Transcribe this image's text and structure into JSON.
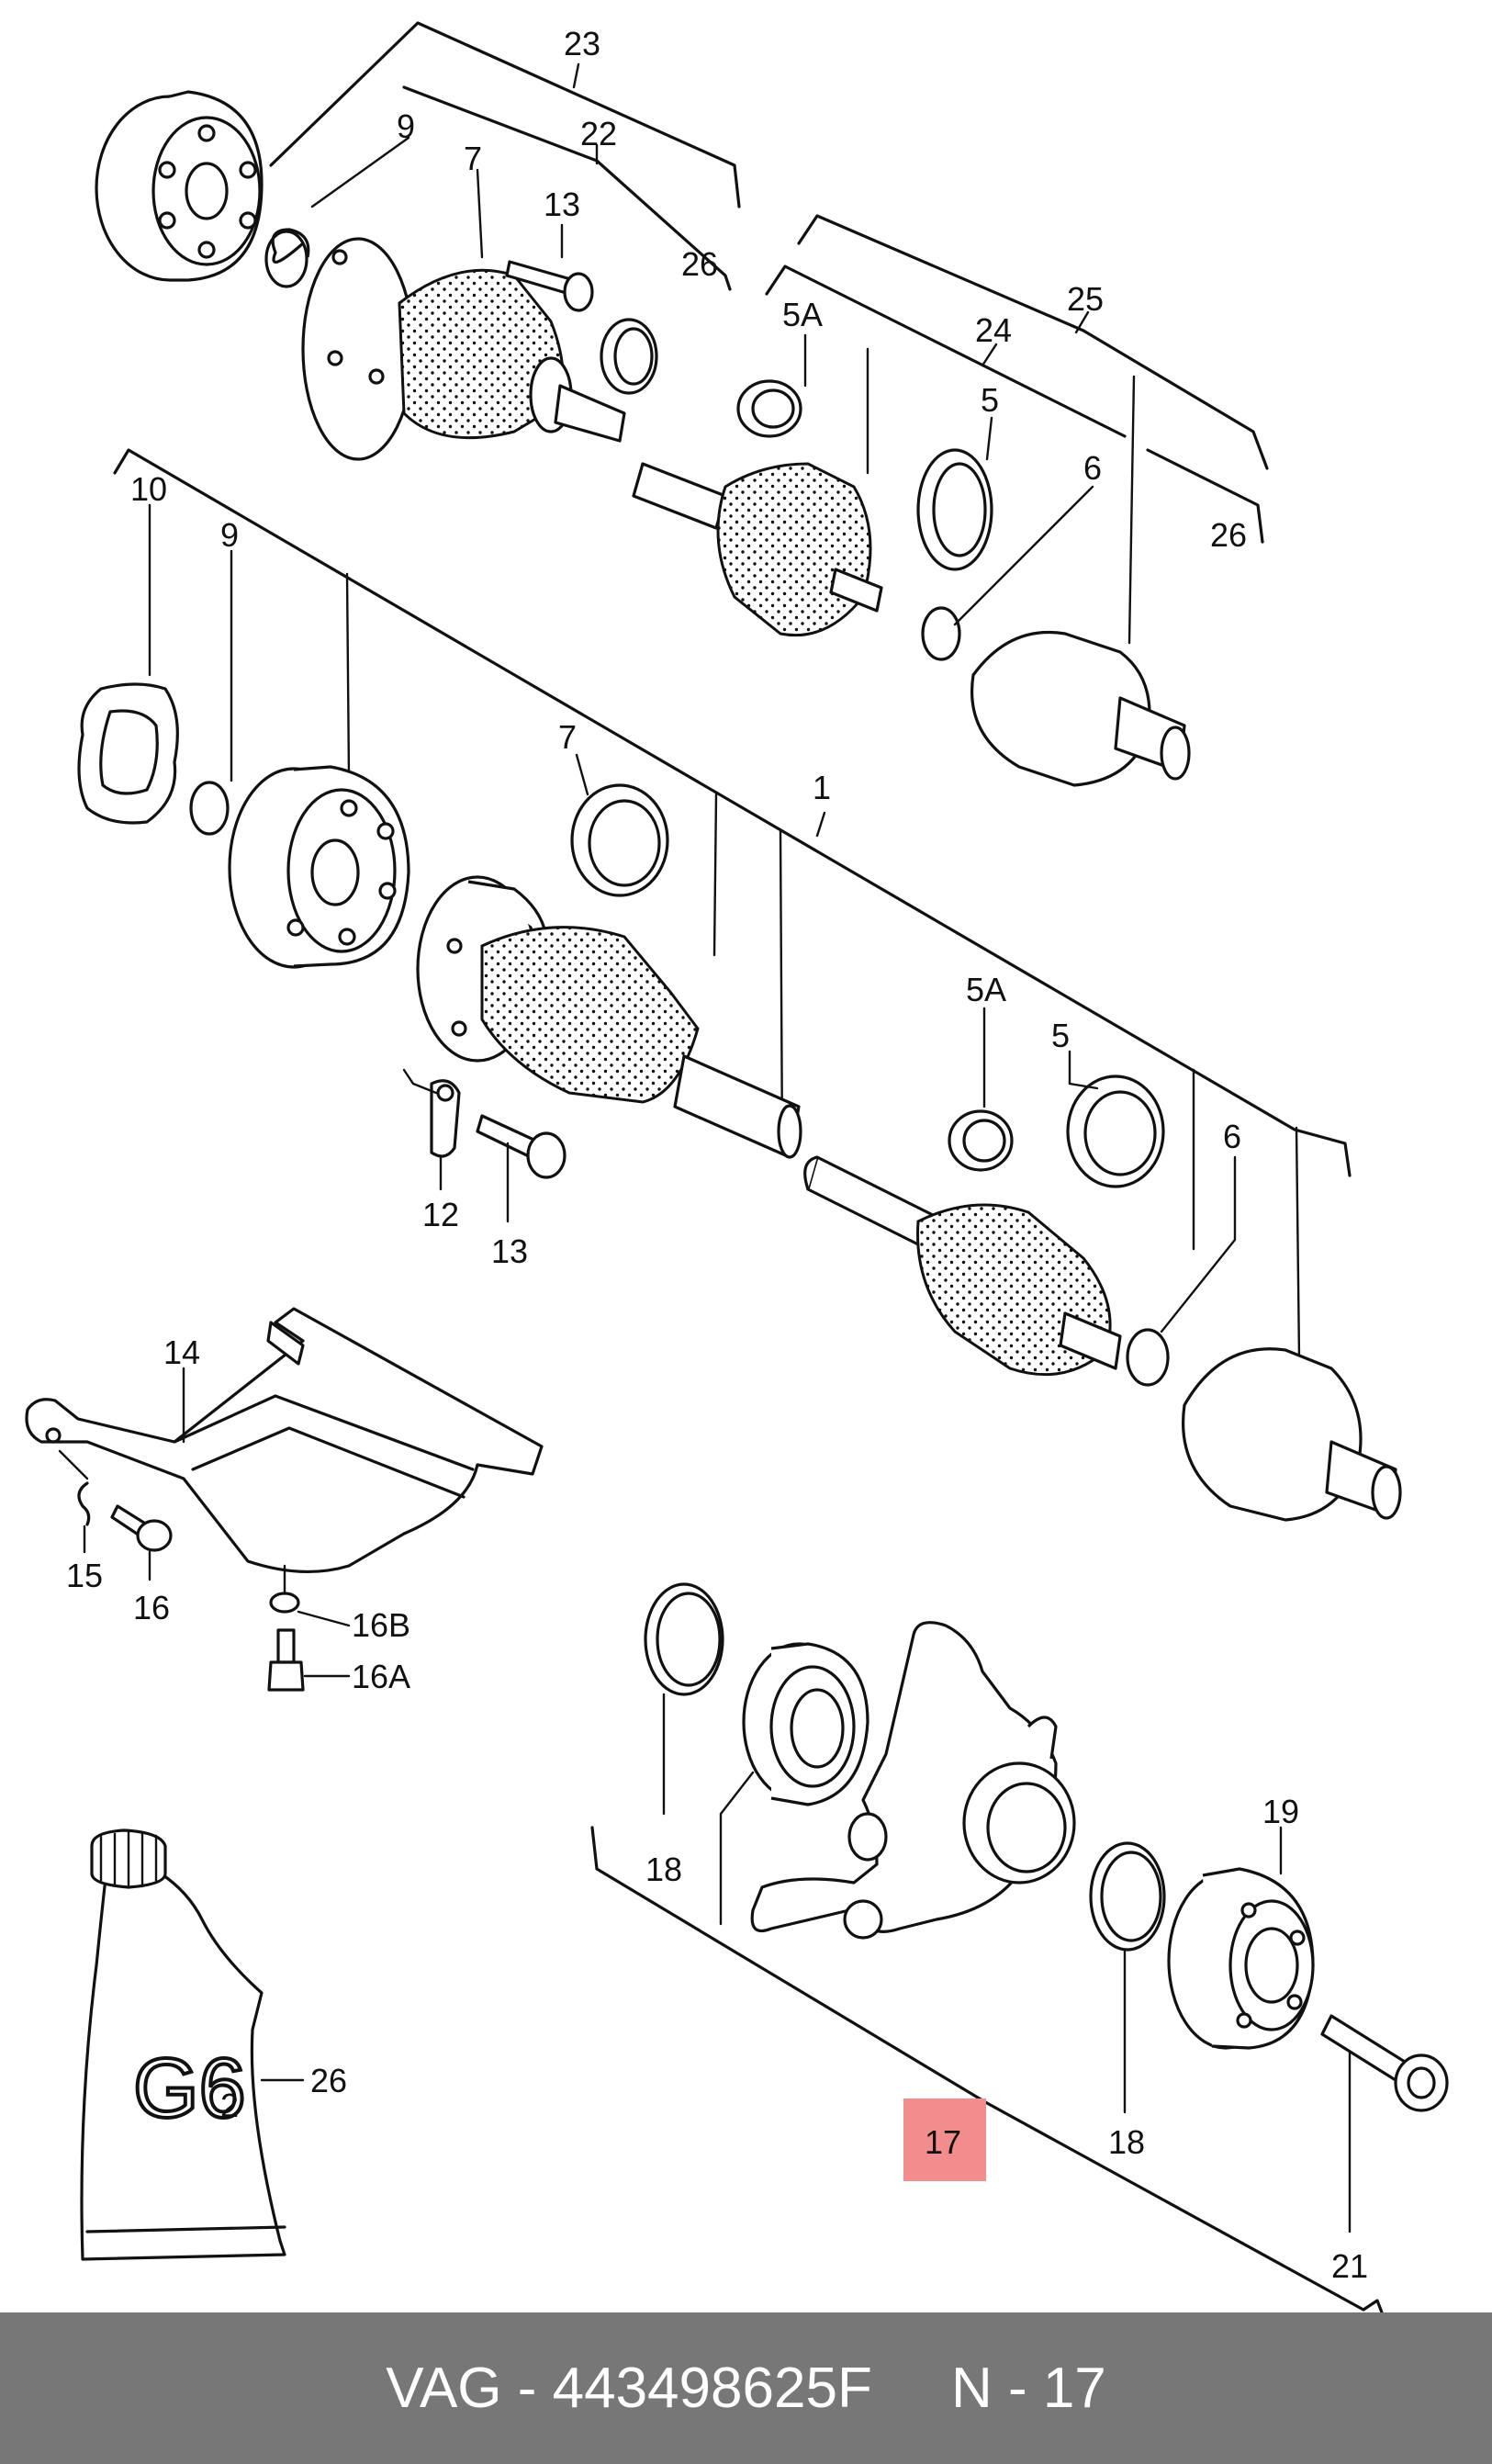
{
  "colors": {
    "line": "#111111",
    "paper": "#ffffff",
    "footer_bg": "#777777",
    "footer_text": "#ffffff",
    "highlight": "#f38c8c"
  },
  "callouts": [
    "23",
    "9",
    "7",
    "22",
    "13",
    "26",
    "5A",
    "25",
    "24",
    "5",
    "6",
    "26",
    "10",
    "9",
    "7",
    "1",
    "5A",
    "5",
    "12",
    "13",
    "6",
    "14",
    "15",
    "16",
    "16B",
    "16A",
    "18",
    "19",
    "18",
    "21",
    "26",
    "17"
  ],
  "tube_label": {
    "main": "G6",
    "sub": "2"
  },
  "highlighted_callout": "17",
  "footer": {
    "brand": "VAG",
    "part_number": "443498625F",
    "page_ref": "N - 17",
    "text": "VAG - 443498625F     N - 17"
  }
}
